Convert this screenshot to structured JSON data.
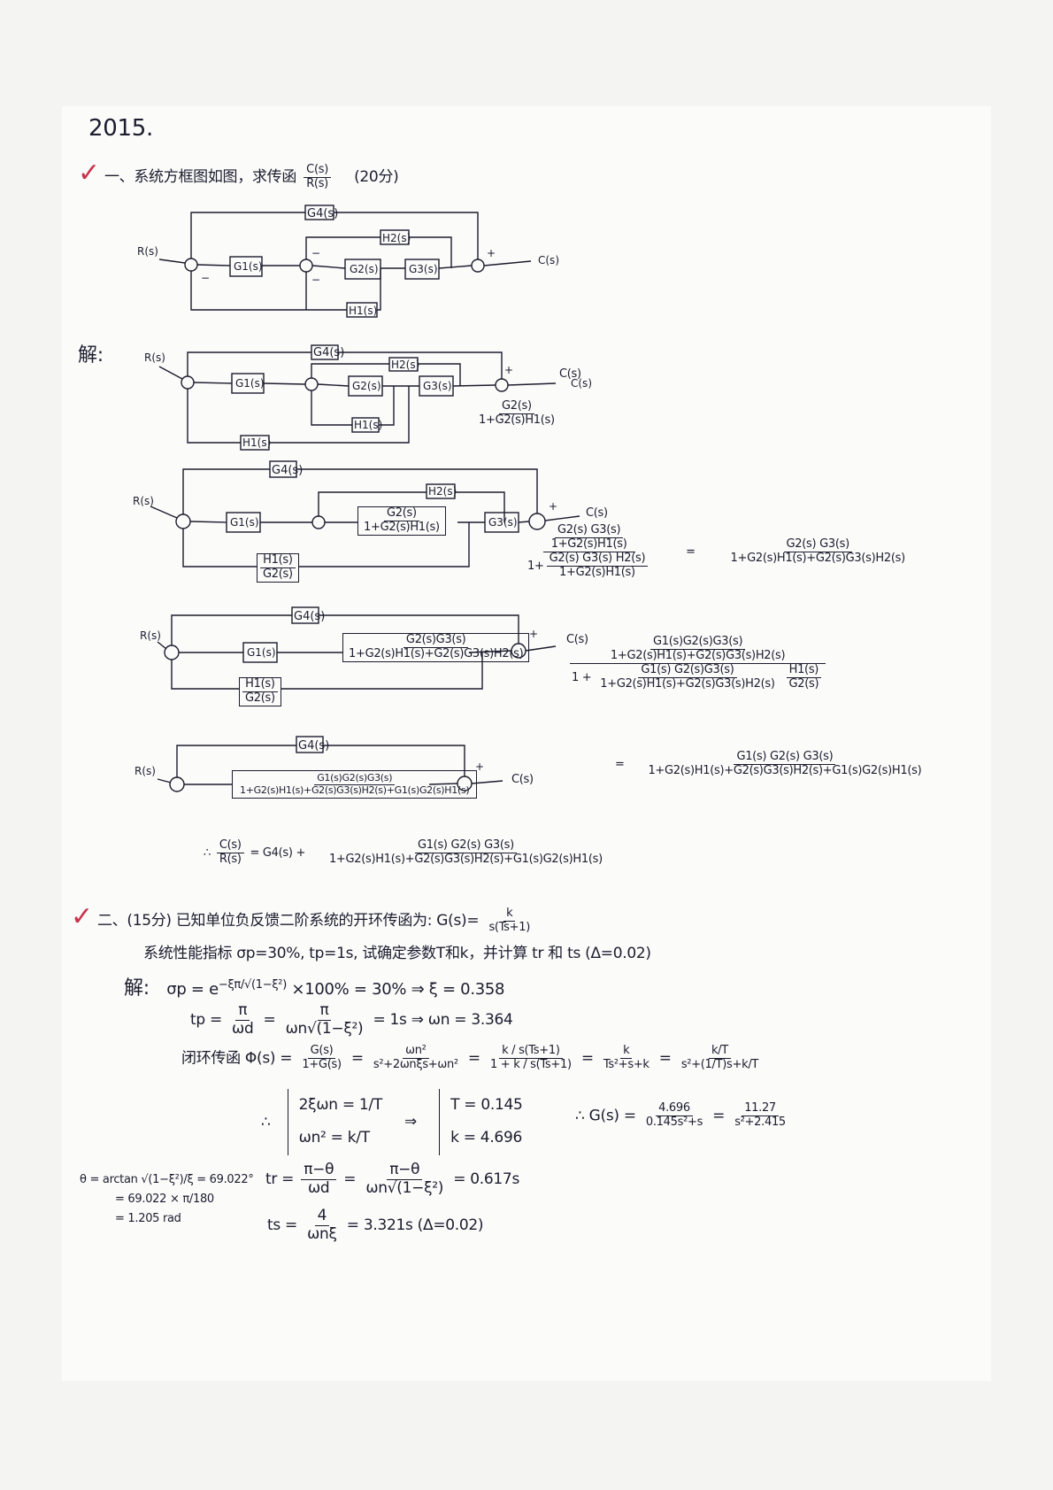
{
  "header": {
    "year": "2015."
  },
  "q1": {
    "number": "一、",
    "prompt": "系统方框图如图，求传函",
    "tf_num": "C(s)",
    "tf_den": "R(s)",
    "points": "(20分)"
  },
  "labels": {
    "R": "R(s)",
    "C": "C(s)",
    "G1": "G1(s)",
    "G2": "G2(s)",
    "G3": "G3(s)",
    "G4": "G4(s)",
    "H1": "H1(s)",
    "H2": "H2(s)",
    "plus": "+",
    "minus": "−"
  },
  "solution_label": "解:",
  "steps": {
    "s2_side_num": "G2(s)",
    "s2_side_den": "1+G2(s)H1(s)",
    "s3_block_num": "G2(s)",
    "s3_block_den": "1+G2(s)H1(s)",
    "s3_fb_num": "H1(s)",
    "s3_fb_den": "G2(s)",
    "s3_eq_num_num": "G2(s) G3(s)",
    "s3_eq_num_den": "1+G2(s)H1(s)",
    "s3_eq_den_pre": "1+",
    "s3_eq_den_num": "G2(s) G3(s) H2(s)",
    "s3_eq_den_den": "1+G2(s)H1(s)",
    "eq": "=",
    "s3_result_num": "G2(s) G3(s)",
    "s3_result_den": "1+G2(s)H1(s)+G2(s)G3(s)H2(s)",
    "s4_block_num": "G2(s)G3(s)",
    "s4_block_den": "1+G2(s)H1(s)+G2(s)G3(s)H2(s)",
    "s4_fb_num": "H1(s)",
    "s4_fb_den": "G2(s)",
    "s4_eq_num_num": "G1(s)G2(s)G3(s)",
    "s4_eq_num_den": "1+G2(s)H1(s)+G2(s)G3(s)H2(s)",
    "s4_eq_den_pre": "1 +",
    "s4_eq_den_num": "G1(s) G2(s)G3(s)",
    "s4_eq_den_den": "1+G2(s)H1(s)+G2(s)G3(s)H2(s)",
    "s4_eq_den_tail_num": "H1(s)",
    "s4_eq_den_tail_den": "G2(s)",
    "s5_block_num": "G1(s)G2(s)G3(s)",
    "s5_block_den": "1+G2(s)H1(s)+G2(s)G3(s)H2(s)+G1(s)G2(s)H1(s)",
    "s5_result_num": "G1(s) G2(s) G3(s)",
    "s5_result_den": "1+G2(s)H1(s)+G2(s)G3(s)H2(s)+G1(s)G2(s)H1(s)"
  },
  "final": {
    "therefore": "∴",
    "lhs_num": "C(s)",
    "lhs_den": "R(s)",
    "g4": "= G4(s) +",
    "num": "G1(s) G2(s) G3(s)",
    "den": "1+G2(s)H1(s)+G2(s)G3(s)H2(s)+G1(s)G2(s)H1(s)"
  },
  "q2": {
    "number": "二、",
    "line1": "(15分) 已知单位负反馈二阶系统的开环传函为:  G(s)=",
    "g_num": "k",
    "g_den": "s(Ts+1)",
    "line2": "系统性能指标 σp=30%, tp=1s, 试确定参数T和k，并计算 tr 和 ts  (Δ=0.02)",
    "sol": "解:",
    "sigma_lhs": "σp = e",
    "sigma_exp": "−ξπ/√(1−ξ²)",
    "sigma_rhs": "×100% = 30%   ⇒  ξ = 0.358",
    "tp_lhs": "tp =",
    "tp_f1_num": "π",
    "tp_f1_den": "ωd",
    "tp_f2_num": "π",
    "tp_f2_den": "ωn√(1−ξ²)",
    "tp_rhs": "= 1s  ⇒  ωn = 3.364",
    "cl_label": "闭环传函  Φ(s) =",
    "cl_f1_num": "G(s)",
    "cl_f1_den": "1+G(s)",
    "cl_f2_num": "ωn²",
    "cl_f2_den": "s²+2ωnξs+ωn²",
    "cl_f3_num": "k / s(Ts+1)",
    "cl_f3_den": "1 + k / s(Ts+1)",
    "cl_f4_num": "k",
    "cl_f4_den": "Ts²+s+k",
    "cl_f5_num": "k/T",
    "cl_f5_den": "s²+(1/T)s+k/T",
    "sys_therefore": "∴",
    "sys_eq1": "2ξωn = 1/T",
    "sys_eq2": "ωn² = k/T",
    "implies": "⇒",
    "sol_T": "T = 0.145",
    "sol_k": "k = 4.696",
    "g_label": "∴ G(s) =",
    "g_f1_num": "4.696",
    "g_f1_den": "0.145s²+s",
    "g_f2_num": "11.27",
    "g_f2_den": "s²+2.415",
    "theta": "θ = arctan √(1−ξ²)/ξ = 69.022°",
    "theta2": "= 69.022 × π/180",
    "theta3": "= 1.205 rad",
    "tr_lhs": "tr =",
    "tr_f1_num": "π−θ",
    "tr_f1_den": "ωd",
    "tr_f2_num": "π−θ",
    "tr_f2_den": "ωn√(1−ξ²)",
    "tr_rhs": "= 0.617s",
    "ts_lhs": "ts =",
    "ts_f_num": "4",
    "ts_f_den": "ωnξ",
    "ts_rhs": "= 3.321s   (Δ=0.02)"
  }
}
